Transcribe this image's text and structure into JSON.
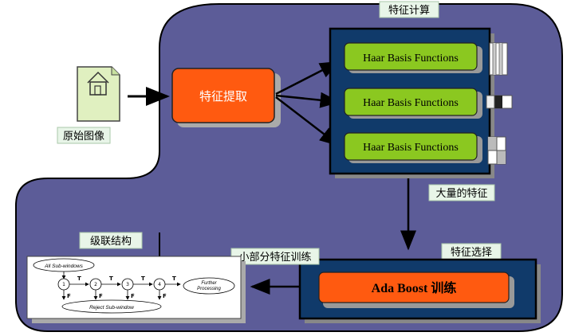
{
  "labels": {
    "original_image": "原始图像",
    "feature_extraction": "特征提取",
    "feature_computation": "特征计算",
    "massive_features": "大量的特征",
    "feature_selection": "特征选择",
    "small_feature_training": "小部分特征训练",
    "cascade_structure": "级联结构",
    "ada_boost": "Ada Boost 训练"
  },
  "haar_functions": [
    {
      "label": "Haar Basis Functions",
      "pattern": "vertical-stripes"
    },
    {
      "label": "Haar Basis Functions",
      "pattern": "horizontal-three"
    },
    {
      "label": "Haar Basis Functions",
      "pattern": "four-quadrant"
    }
  ],
  "cascade": {
    "all_subwindows": "All Sub-windows",
    "reject_subwindow": "Reject Sub-window",
    "further_processing": "Further Processing",
    "stages": [
      "1",
      "2",
      "3",
      "4"
    ],
    "true_label": "T",
    "false_label": "F"
  },
  "colors": {
    "background_region": "#5c5c98",
    "dark_navy_box": "#103a6a",
    "green_box": "#8bc820",
    "orange_box": "#ff5a10",
    "label_bg": "#e8f5e8",
    "document_fill": "#e0f0c0"
  }
}
